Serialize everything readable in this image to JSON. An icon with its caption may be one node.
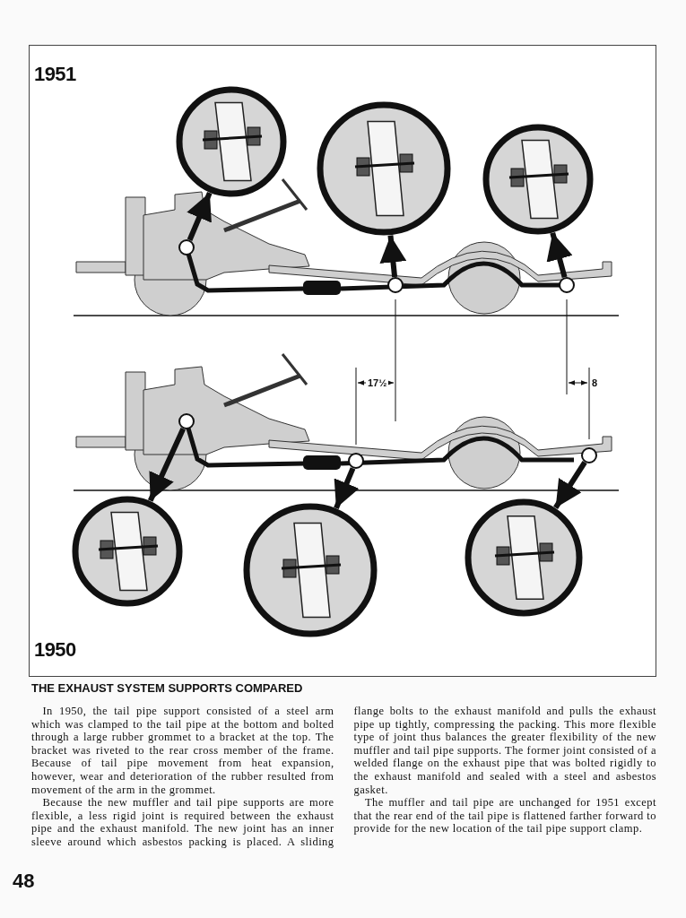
{
  "diagram": {
    "title": "THE EXHAUST SYSTEM SUPPORTS COMPARED",
    "nodes": [
      {
        "text": [],
        "shape": "picture"
      },
      {
        "text": [],
        "shape": "picture"
      },
      {
        "text": [],
        "shape": "picture"
      },
      {
        "text": [],
        "shape": "circle"
      },
      {
        "text": [],
        "shape": "circle"
      },
      {
        "text": [],
        "shape": "circle"
      },
      {
        "text": [],
        "shape": "circle"
      },
      {
        "text": [],
        "shape": "circle"
      },
      {
        "text": [],
        "shape": "circle"
      },
      {
        "text": [],
        "shape": "picture"
      },
      {
        "text": [],
        "shape": "picture"
      },
      {
        "text": [],
        "shape": "picture"
      }
    ],
    "edges": [
      {
        "from": 3,
        "to": 0,
        "arrow": "to"
      },
      {
        "from": 4,
        "to": 1,
        "arrow": "to"
      },
      {
        "from": 5,
        "to": 2,
        "arrow": "to"
      },
      {
        "from": 6,
        "to": 9,
        "arrow": "to"
      },
      {
        "from": 7,
        "to": 10,
        "arrow": "to"
      },
      {
        "from": 8,
        "to": 11,
        "arrow": "to"
      }
    ],
    "labels": [
      "1951",
      "17½",
      "8",
      "1950",
      "In 1950, the tail pipe support consisted of a steel arm which was clamped to the tail pipe at the bottom and bolted through a large rubber grommet to a bracket at the top. The bracket was riveted to the rear cross member of the frame. Because of tail pipe movement from heat expansion, however, wear and deterioration of the rubber resulted from movement of the arm in the grommet.",
      "Because the new muffler and tail pipe supports are more flexible, a less rigid joint is required between the exhaust pipe and the exhaust manifold. The new joint has an inner sleeve around which asbestos packing is placed. A sliding flange bolts to the exhaust manifold and pulls the exhaust pipe up tightly, compressing the packing. This more flexible type of joint thus balances the greater flexibility of the new muffler and tail pipe supports. The former joint consisted of a welded flange on the exhaust pipe that was bolted rigidly to the exhaust manifold and sealed with a steel and asbestos gasket.",
      "The muffler and tail pipe are unchanged for 1951 except that the rear end of the tail pipe is flattened farther forward to provide for the new location of the tail pipe support clamp.",
      "48"
    ]
  }
}
